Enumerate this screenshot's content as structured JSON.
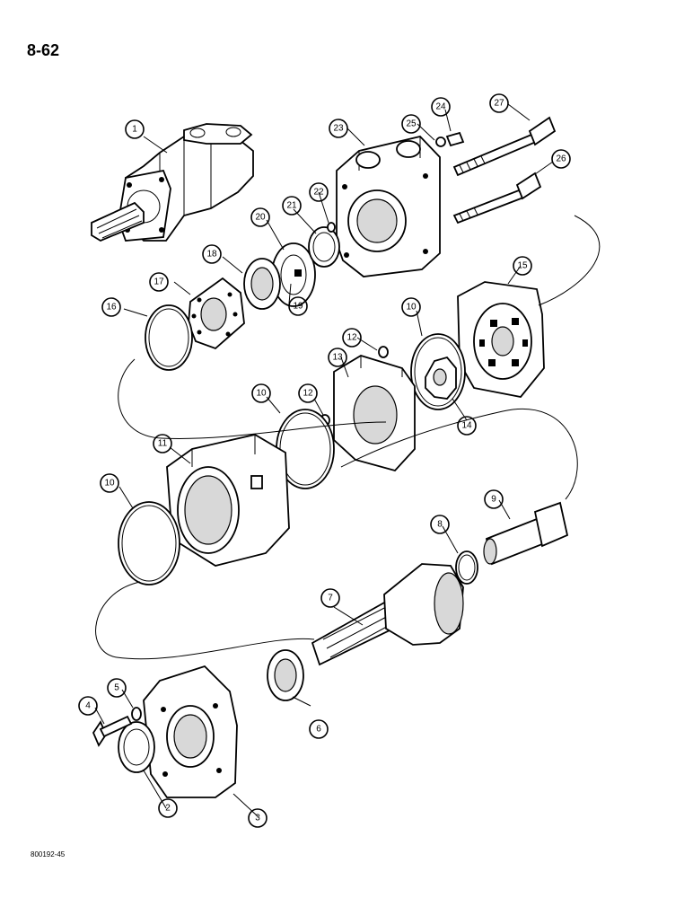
{
  "page": {
    "number": "8-62",
    "figure_code": "800192-45"
  },
  "callouts": [
    {
      "id": "c1",
      "label": "1"
    },
    {
      "id": "c2",
      "label": "2"
    },
    {
      "id": "c3",
      "label": "3"
    },
    {
      "id": "c4",
      "label": "4"
    },
    {
      "id": "c5",
      "label": "5"
    },
    {
      "id": "c6",
      "label": "6"
    },
    {
      "id": "c7",
      "label": "7"
    },
    {
      "id": "c8",
      "label": "8"
    },
    {
      "id": "c9",
      "label": "9"
    },
    {
      "id": "c10a",
      "label": "10"
    },
    {
      "id": "c10b",
      "label": "10"
    },
    {
      "id": "c10c",
      "label": "10"
    },
    {
      "id": "c11",
      "label": "11"
    },
    {
      "id": "c12a",
      "label": "12"
    },
    {
      "id": "c12b",
      "label": "12"
    },
    {
      "id": "c13",
      "label": "13"
    },
    {
      "id": "c14",
      "label": "14"
    },
    {
      "id": "c15",
      "label": "15"
    },
    {
      "id": "c16",
      "label": "16"
    },
    {
      "id": "c17",
      "label": "17"
    },
    {
      "id": "c18",
      "label": "18"
    },
    {
      "id": "c19",
      "label": "19"
    },
    {
      "id": "c20",
      "label": "20"
    },
    {
      "id": "c21",
      "label": "21"
    },
    {
      "id": "c22",
      "label": "22"
    },
    {
      "id": "c23",
      "label": "23"
    },
    {
      "id": "c24",
      "label": "24"
    },
    {
      "id": "c25",
      "label": "25"
    },
    {
      "id": "c26",
      "label": "26"
    },
    {
      "id": "c27",
      "label": "27"
    }
  ]
}
